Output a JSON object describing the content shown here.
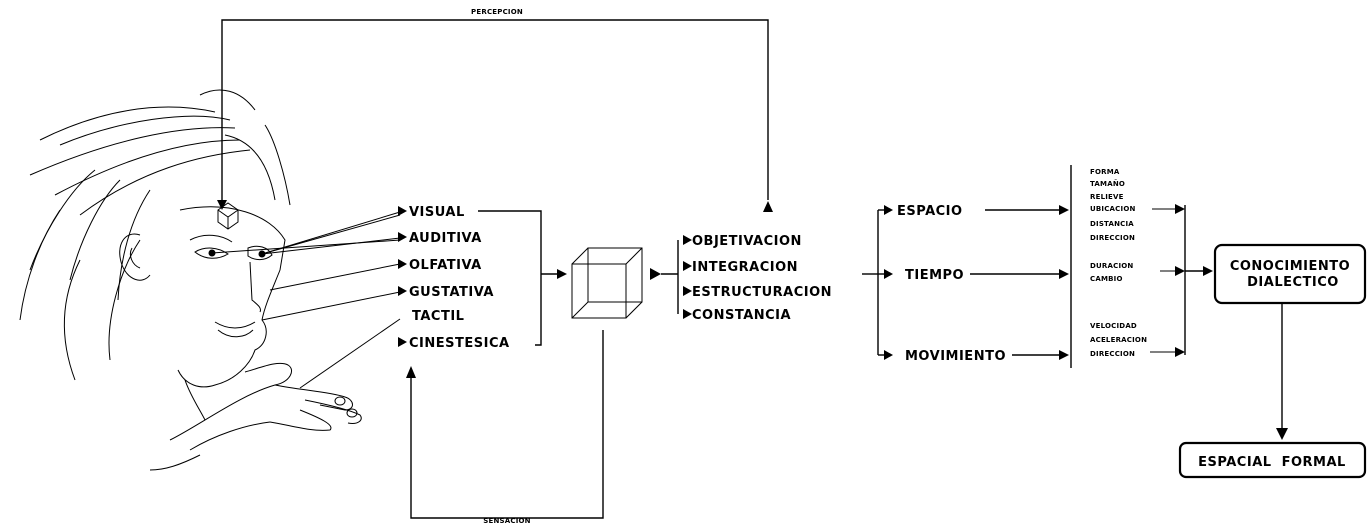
{
  "top_label": "PERCEPCION",
  "bottom_label": "SENSACION",
  "senses": [
    "VISUAL",
    "AUDITIVA",
    "OLFATIVA",
    "GUSTATIVA",
    "TACTIL",
    "CINESTESICA"
  ],
  "processes": [
    "OBJETIVACION",
    "INTEGRACION",
    "ESTRUCTURACION",
    "CONSTANCIA"
  ],
  "dimensions": [
    "ESPACIO",
    "TIEMPO",
    "MOVIMIENTO"
  ],
  "space_attributes": [
    "FORMA",
    "TAMAÑO",
    "RELIEVE",
    "UBICACION",
    "DISTANCIA",
    "DIRECCION"
  ],
  "time_attributes": [
    "DURACION",
    "CAMBIO"
  ],
  "movement_attributes": [
    "VELOCIDAD",
    "ACELERACION",
    "DIRECCION"
  ],
  "knowledge_box": {
    "line1": "CONOCIMIENTO",
    "line2": "DIALECTICO"
  },
  "result_box": "ESPACIAL  FORMAL",
  "colors": {
    "ink": "#000000",
    "background": "#ffffff"
  }
}
